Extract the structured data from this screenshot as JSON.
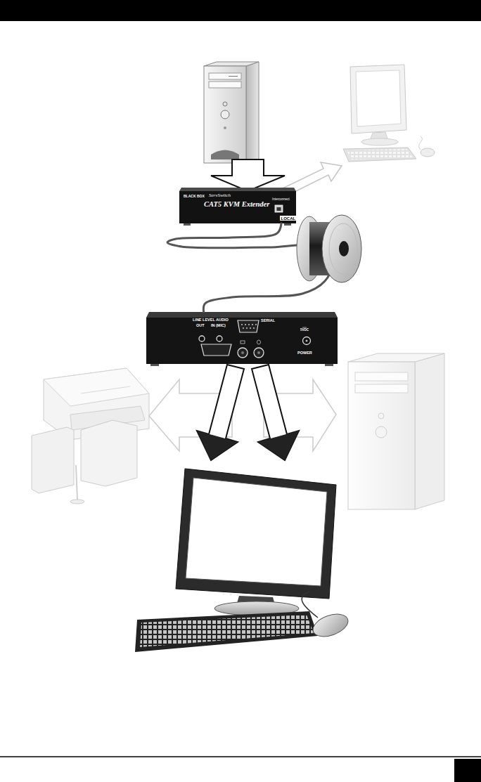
{
  "diagram": {
    "nodes": [
      {
        "text": [
          "BLACK BOX",
          "ServSwitch",
          "CAT5 KVM Extender",
          "Interconnect",
          "LOCAL"
        ]
      },
      {
        "text": [
          "LINE LEVEL AUDIO",
          "OUT",
          "IN (MIC)",
          "SERIAL",
          "5VDC",
          "POWER"
        ]
      }
    ],
    "edges": [
      {
        "from": 0,
        "to": 1,
        "arrow": "none"
      }
    ]
  }
}
